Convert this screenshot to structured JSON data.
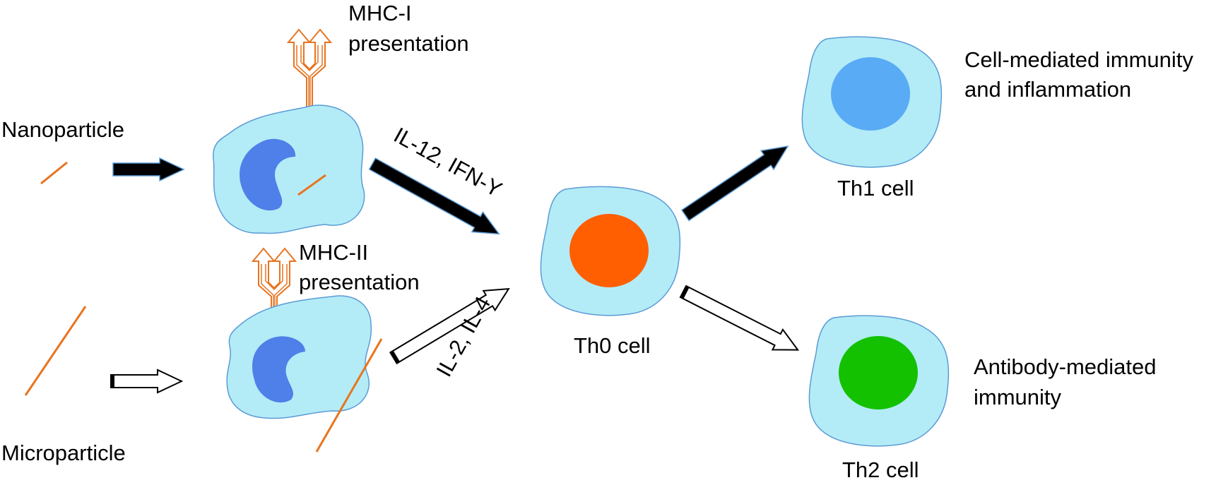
{
  "labels": {
    "nanoparticle": "Nanoparticle",
    "microparticle": "Microparticle",
    "mhc1_line1": "MHC-I",
    "mhc1_line2": "presentation",
    "mhc2_line1": "MHC-II",
    "mhc2_line2": "presentation",
    "cytokines_th1": "IL-12, IFN-Y",
    "cytokines_th2": "IL-2, IL-4",
    "th0": "Th0 cell",
    "th1": "Th1 cell",
    "th2": "Th2 cell",
    "th1_outcome_line1": "Cell-mediated immunity",
    "th1_outcome_line2": "and inflammation",
    "th2_outcome_line1": "Antibody-mediated",
    "th2_outcome_line2": "immunity"
  },
  "colors": {
    "cell_fill": "#b3ecf7",
    "cell_stroke": "#5b9bd5",
    "apc_nucleus": "#4f7fe8",
    "th0_nucleus": "#ff5f00",
    "th1_nucleus": "#5aabf5",
    "th2_nucleus": "#13c100",
    "particle": "#e8741f",
    "receptor": "#e8741f",
    "arrow_dark": "#000000",
    "arrow_light": "#ffffff"
  }
}
